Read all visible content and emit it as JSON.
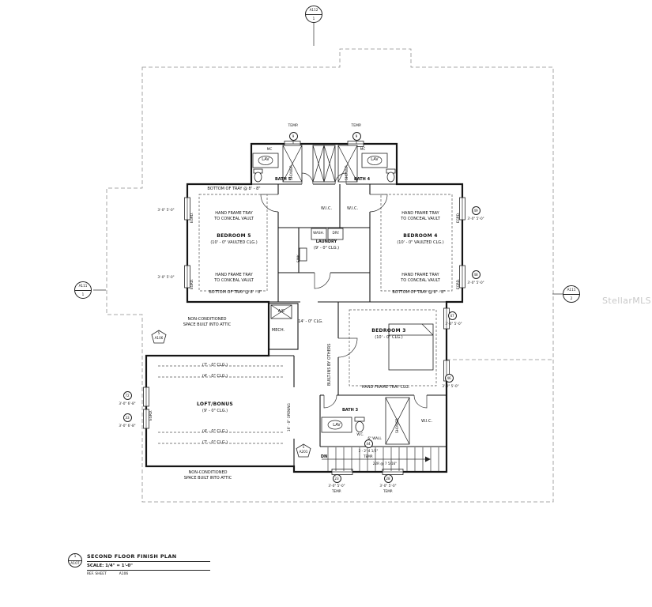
{
  "watermark": "StellarMLS",
  "markers": {
    "top": {
      "sheet": "A112",
      "num": "1"
    },
    "left": {
      "sheet": "A111",
      "num": "1"
    },
    "right": {
      "sheet": "A111",
      "num": "2"
    }
  },
  "detail_markers": {
    "left": {
      "num": "5",
      "sheet": "A106"
    },
    "stairs": {
      "num": "5",
      "sheet": "A201"
    }
  },
  "rooms": {
    "bath5": "BATH 5",
    "bath4": "BATH 4",
    "bath3": "BATH 3",
    "bedroom5": {
      "name": "BEDROOM 5",
      "clg": "(10' - 0\" VAULTED CLG.)"
    },
    "bedroom4": {
      "name": "BEDROOM 4",
      "clg": "(10' - 0\" VAULTED CLG.)"
    },
    "bedroom3": {
      "name": "BEDROOM 3",
      "clg": "(10' - 0\" CLG.)"
    },
    "laundry": {
      "name": "LAUNDRY",
      "clg": "(9' - 0\" CLG.)"
    },
    "loft": {
      "name": "LOFT/BONUS",
      "clg": "(9' - 0\" CLG.)"
    },
    "mech": "MECH.",
    "wic": "W.I.C."
  },
  "fixtures": {
    "lav": "LAV",
    "wc": "W.C.",
    "shower": "SHOWER",
    "mc": "MC",
    "wash": "WASH.",
    "dry": "DRY.",
    "sink": "SINK",
    "ac": "A/C",
    "dn": "DN"
  },
  "notes": {
    "bottom_tray": "BOTTOM OF TRAY @ 8' - 8\"",
    "hand_tray_1": "HAND FRAME TRAY",
    "hand_tray_2": "TO CONCEAL VAULT",
    "hand_tray_clg": "HAND FRAME TRAY CLG.",
    "non_cond_1": "NON-CONDITIONED",
    "non_cond_2": "SPACE BUILT INTO ATTIC",
    "built_ins": "BUILT-INS BY OTHERS",
    "opening_16": "16' - 0\" OPENING",
    "clg_7": "(7' - 0\" CLG.)",
    "clg_4": "(4' - 0\" CLG.)",
    "clg_14": "14' - 0\" CLG.",
    "stair_risers": "22R @ 7 5/16\"",
    "egrd": "EGRD.",
    "temp": "TEMP.",
    "wall_6": "6\" WALL"
  },
  "dims": {
    "d3050": "3'-0\" 5'-0\""
  },
  "window_tags": {
    "t9l": {
      "num": "9"
    },
    "t9r": {
      "num": "9"
    },
    "t49": {
      "num": "49",
      "size": "3'-0\" 5'-0\""
    },
    "t48": {
      "num": "48",
      "size": "3'-0\" 5'-0\""
    },
    "t47": {
      "num": "47",
      "size": "3'-0\" 5'-0\""
    },
    "t46": {
      "num": "46",
      "size": "3'-0\" 5'-0\""
    },
    "t44": {
      "num": "44",
      "size": "2 - 2'-4 1/2\""
    },
    "t23": {
      "num": "23",
      "size": "3'-0\" 5'-0\""
    },
    "t28": {
      "num": "28",
      "size": "3'-0\" 5'-0\""
    },
    "t72": {
      "num": "72",
      "size": "3'-0\" 6'-8\""
    },
    "t33": {
      "num": "33",
      "size": "3'-0\" 6'-8\""
    }
  },
  "title_block": {
    "detail_num": "1",
    "sheet": "A107",
    "title": "SECOND FLOOR FINISH PLAN",
    "scale": "SCALE:  1/4\" = 1'-0\"",
    "ref_label": "REF. SHEET",
    "ref_value": "A106"
  }
}
